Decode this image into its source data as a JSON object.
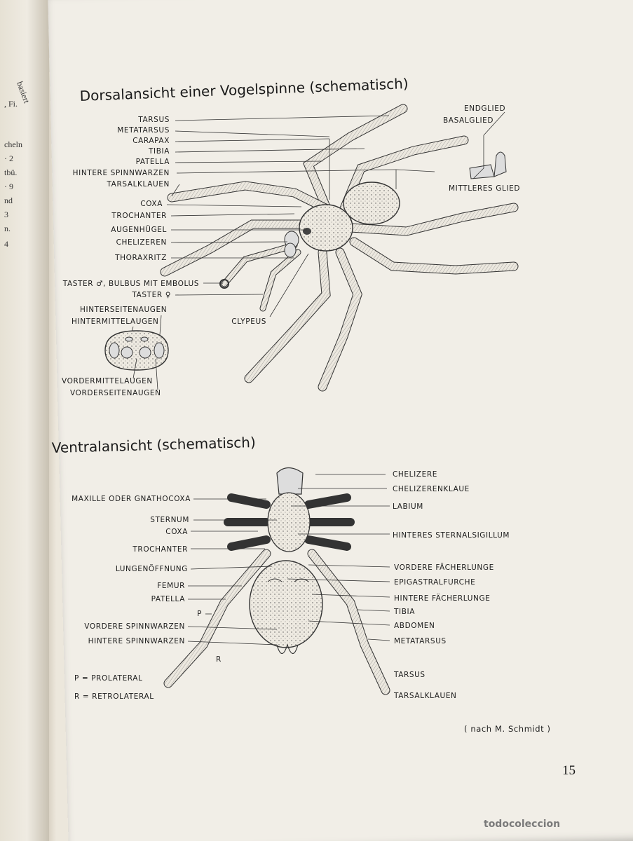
{
  "left_page_edge": [
    "basiert",
    ", Fi.",
    "cheln",
    "· 2",
    "tbü.",
    "· 9",
    "nd",
    "3",
    "n.",
    "4"
  ],
  "dorsal": {
    "title": "Dorsalansicht einer Vogelspinne (schematisch)",
    "labels_left": [
      "TARSUS",
      "METATARSUS",
      "CARAPAX",
      "TIBIA",
      "PATELLA",
      "HINTERE SPINNWARZEN",
      "TARSALKLAUEN",
      "COXA",
      "TROCHANTER",
      "AUGENHÜGEL",
      "CHELIZEREN",
      "THORAXRITZ",
      "TASTER ♂, BULBUS MIT EMBOLUS",
      "TASTER ♀"
    ],
    "labels_right": [
      "ENDGLIED",
      "BASALGLIED",
      "MITTLERES GLIED"
    ],
    "clypeus": "CLYPEUS",
    "eye_labels_top": [
      "HINTERSEITENAUGEN",
      "HINTERMITTELAUGEN"
    ],
    "eye_labels_bottom": [
      "VORDERMITTELAUGEN",
      "VORDERSEITENAUGEN"
    ]
  },
  "ventral": {
    "title": "Ventralansicht (schematisch)",
    "labels_left": [
      "MAXILLE ODER GNATHOCOXA",
      "STERNUM",
      "COXA",
      "TROCHANTER",
      "LUNGENÖFFNUNG",
      "FEMUR",
      "PATELLA",
      "P",
      "VORDERE SPINNWARZEN",
      "HINTERE SPINNWARZEN",
      "R"
    ],
    "labels_right": [
      "CHELIZERE",
      "CHELIZERENKLAUE",
      "LABIUM",
      "HINTERES STERNALSIGILLUM",
      "VORDERE FÄCHERLUNGE",
      "EPIGASTRALFURCHE",
      "HINTERE FÄCHERLUNGE",
      "TIBIA",
      "ABDOMEN",
      "METATARSUS",
      "TARSUS",
      "TARSALKLAUEN"
    ],
    "legend": [
      "P = PROLATERAL",
      "R = RETROLATERAL"
    ]
  },
  "credit": "( nach M. Schmidt )",
  "page_number": "15",
  "watermark": "todocoleccion"
}
